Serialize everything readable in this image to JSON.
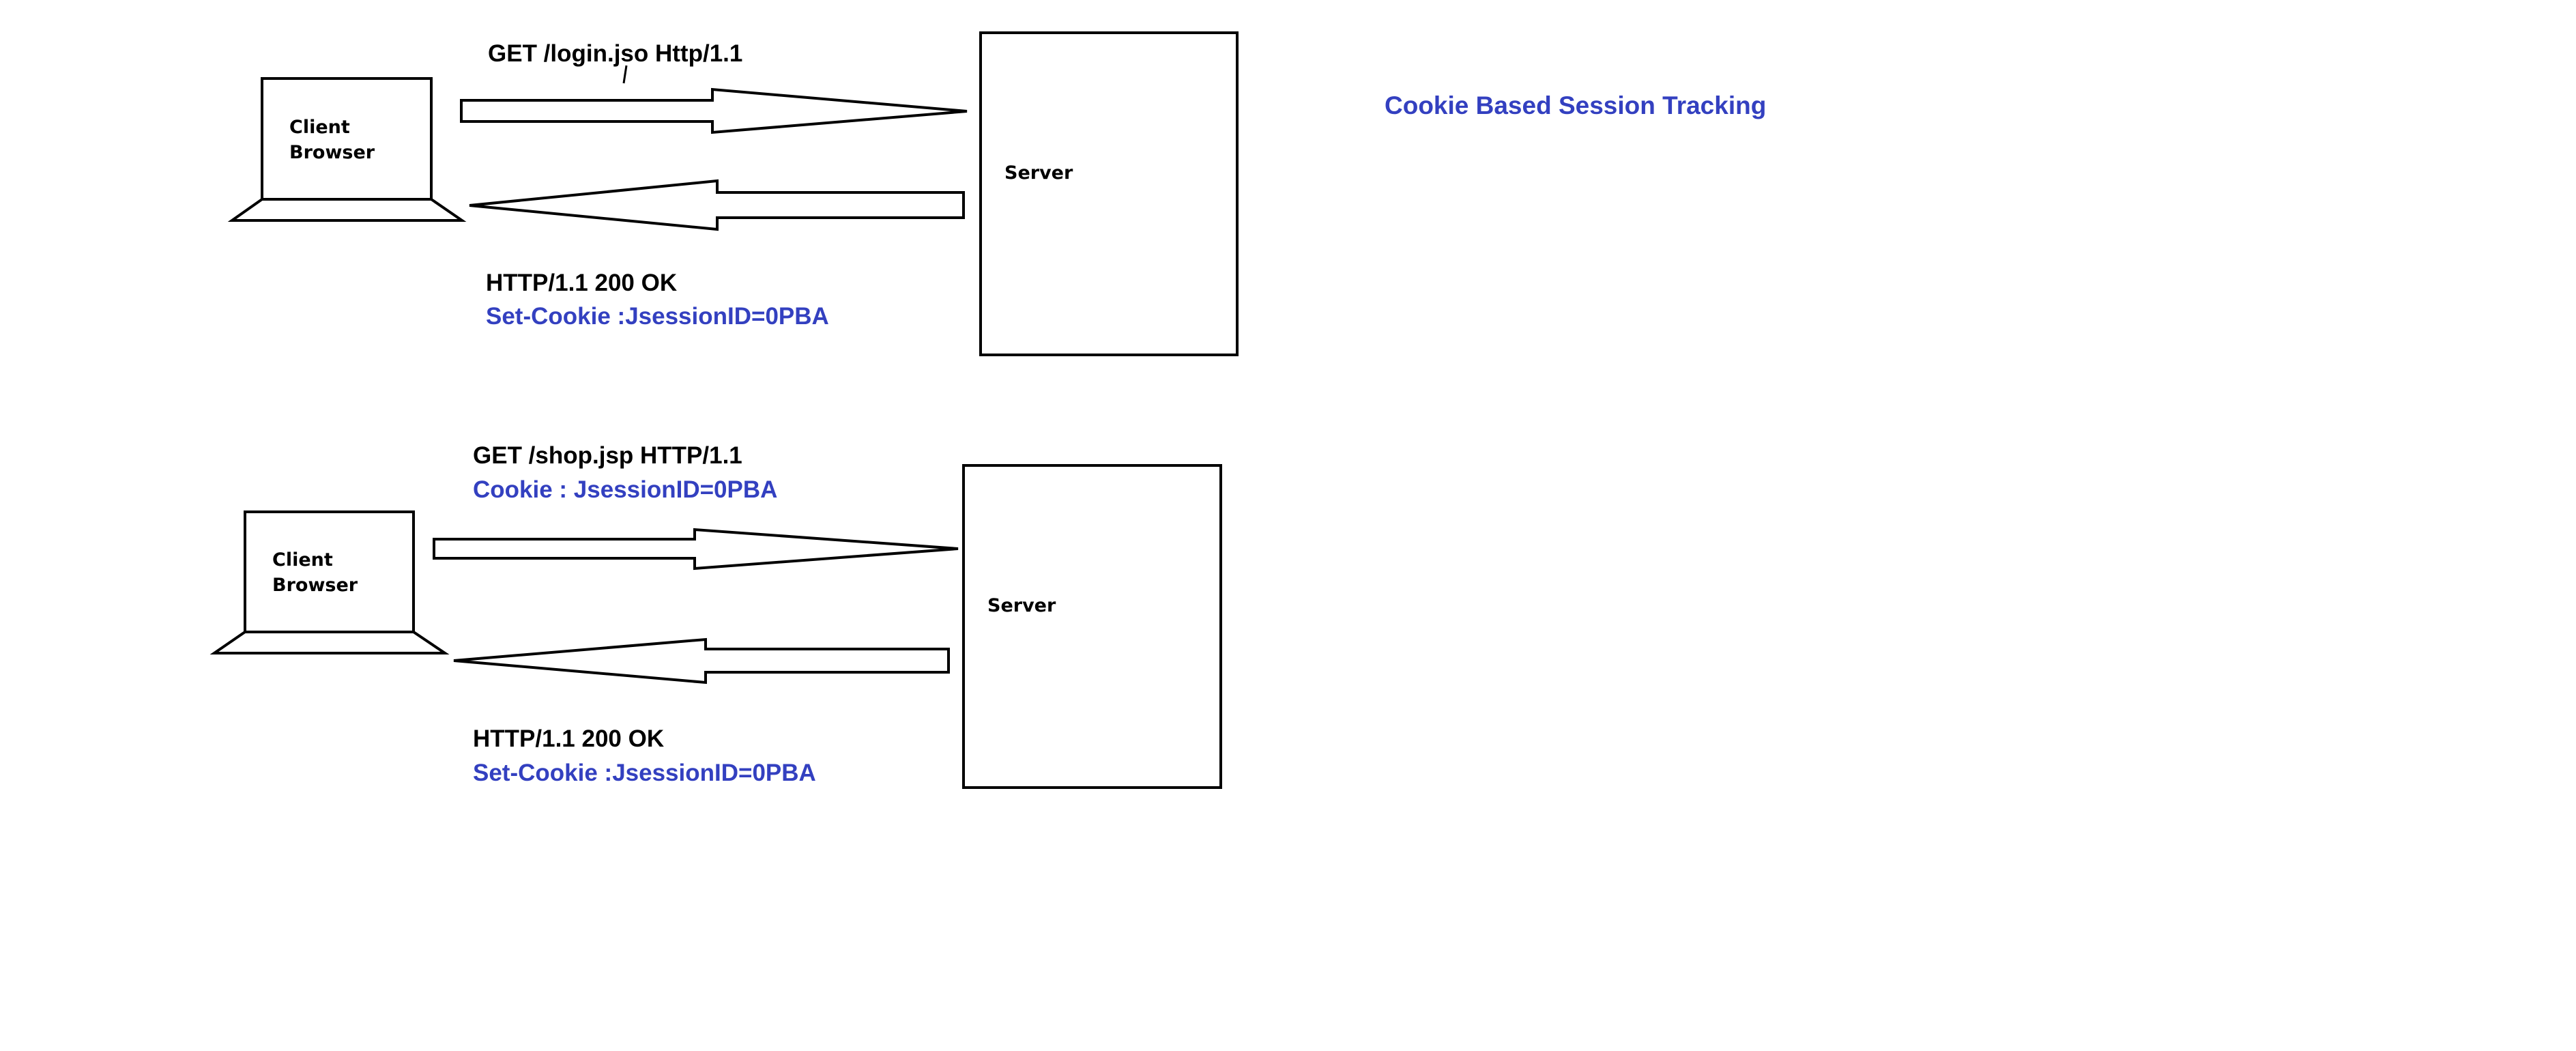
{
  "colors": {
    "text": "#000000",
    "accent": "#3340c0",
    "stroke": "#000000",
    "background": "#ffffff"
  },
  "title": "Cookie Based Session Tracking",
  "scenario1": {
    "client_label": [
      "Client",
      "Browser"
    ],
    "server_label": "Server",
    "request_line": "GET /login.jso Http/1.1",
    "response_status": "HTTP/1.1 200 OK",
    "response_cookie": "Set-Cookie :JsessionID=0PBA"
  },
  "scenario2": {
    "client_label": [
      "Client",
      "Browser"
    ],
    "server_label": "Server",
    "request_line": "GET /shop.jsp HTTP/1.1",
    "request_cookie": "Cookie : JsessionID=0PBA",
    "response_status": "HTTP/1.1 200 OK",
    "response_cookie": "Set-Cookie :JsessionID=0PBA"
  },
  "icons": [
    "laptop-icon",
    "server-box",
    "right-arrow",
    "left-arrow"
  ]
}
